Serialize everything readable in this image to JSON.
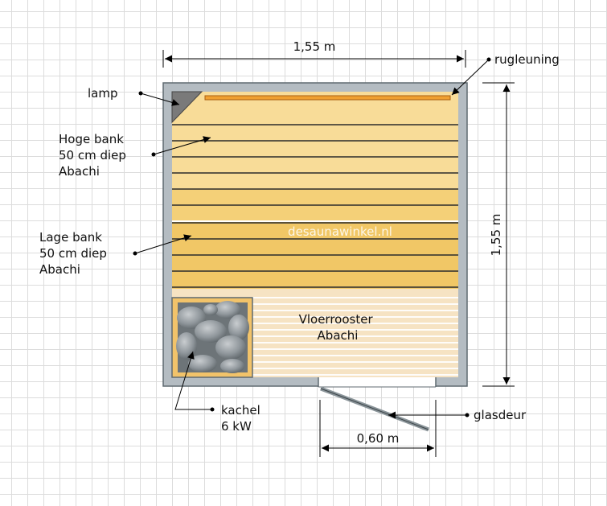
{
  "dimensions": {
    "width": "1,55 m",
    "depth": "1,55 m",
    "door_width": "0,60 m"
  },
  "labels": {
    "lamp": "lamp",
    "backrest": "rugleuning",
    "high_bench": [
      "Hoge bank",
      "50 cm diep",
      "Abachi"
    ],
    "low_bench": [
      "Lage bank",
      "50 cm diep",
      "Abachi"
    ],
    "floor": [
      "Vloerrooster",
      "Abachi"
    ],
    "heater": [
      "kachel",
      "6 kW"
    ],
    "door": "glasdeur"
  },
  "watermark": "desaunawinkel.nl",
  "colors": {
    "wall": "#b4bcc2",
    "wall_outline": "#5f6a70",
    "high_bench_wood": "#f8dc98",
    "low_bench_wood": "#f1c766",
    "floor_wood": "#f6e3c3",
    "backrest": "#f0a030",
    "stones": "#8e959a",
    "dimension_line": "#000000"
  }
}
